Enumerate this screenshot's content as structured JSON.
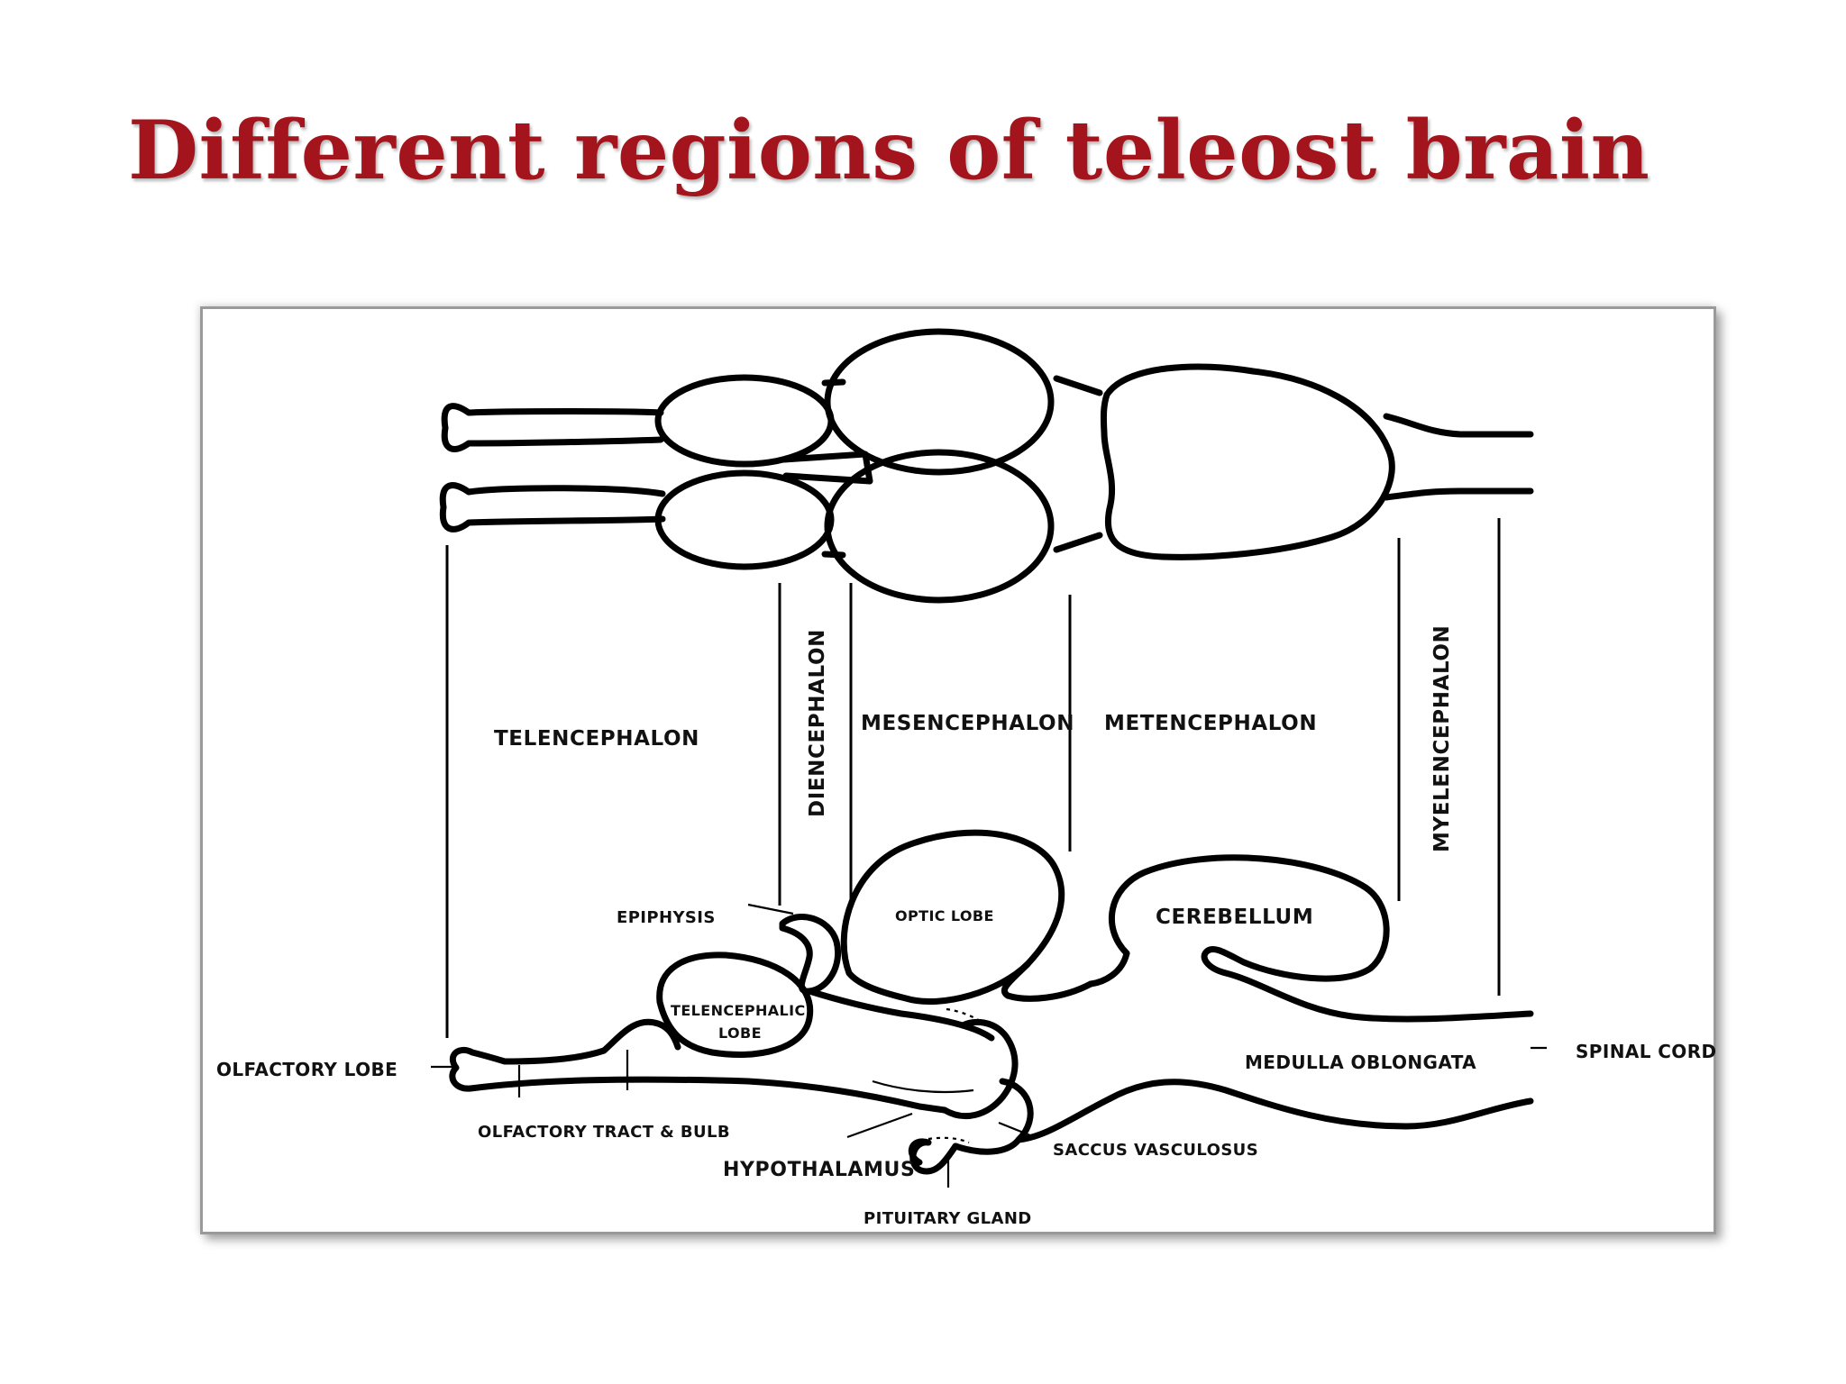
{
  "title": "Different regions of teleost brain",
  "colors": {
    "title": "#a3141c",
    "line": "#000000",
    "frame": "#9a9a9a"
  },
  "regions": {
    "telencephalon": "TELENCEPHALON",
    "diencephalon": "DIENCEPHALON",
    "mesencephalon": "MESENCEPHALON",
    "metencephalon": "METENCEPHALON",
    "myelencephalon": "MYELENCEPHALON"
  },
  "parts": {
    "epiphysis": "EPIPHYSIS",
    "optic_lobe": "OPTIC LOBE",
    "cerebellum": "CEREBELLUM",
    "telencephalic_lobe_1": "TELENCEPHALIC",
    "telencephalic_lobe_2": "LOBE",
    "olfactory_lobe": "OLFACTORY LOBE",
    "medulla_oblongata": "MEDULLA OBLONGATA",
    "spinal_cord": "SPINAL CORD",
    "olfactory_tract_bulb": "OLFACTORY TRACT & BULB",
    "saccus_vasculosus": "SACCUS VASCULOSUS",
    "hypothalamus": "HYPOTHALAMUS",
    "pituitary_gland": "PITUITARY GLAND"
  }
}
